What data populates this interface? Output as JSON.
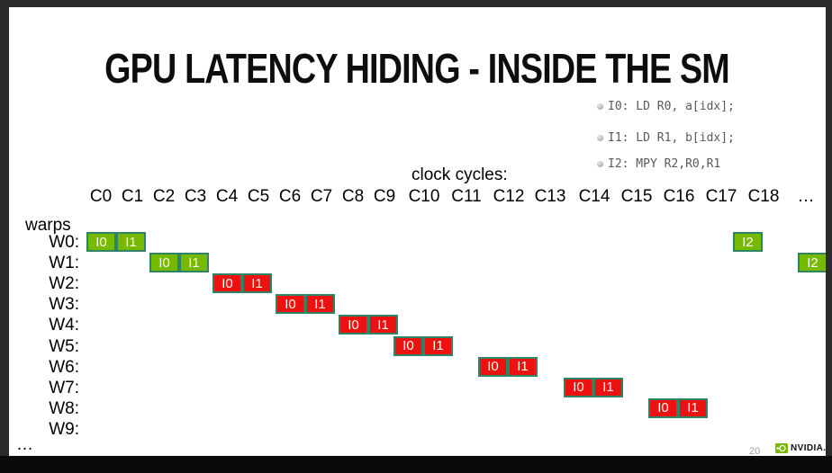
{
  "slide": {
    "title": "GPU LATENCY HIDING - INSIDE THE SM",
    "page_number": "20",
    "brand": "NVIDIA."
  },
  "instructions": [
    {
      "label": "I0: LD R0, a[idx];"
    },
    {
      "label": "I1: LD R1, b[idx];"
    },
    {
      "label": "I2: MPY R2,R0,R1"
    }
  ],
  "chart_data": {
    "type": "table",
    "title": "GPU LATENCY HIDING - INSIDE THE SM",
    "x_axis_label": "clock cycles:",
    "columns": [
      "C0",
      "C1",
      "C2",
      "C3",
      "C4",
      "C5",
      "C6",
      "C7",
      "C8",
      "C9",
      "C10",
      "C11",
      "C12",
      "C13",
      "C14",
      "C15",
      "C16",
      "C17",
      "C18",
      "…"
    ],
    "row_header": "warps",
    "rows": [
      {
        "label": "W0:",
        "blocks": [
          {
            "text": "I0",
            "cycle": 0,
            "color": "green"
          },
          {
            "text": "I1",
            "cycle": 1,
            "color": "green"
          },
          {
            "text": "I2",
            "cycle": 18,
            "color": "green"
          }
        ]
      },
      {
        "label": "W1:",
        "blocks": [
          {
            "text": "I0",
            "cycle": 2,
            "color": "green"
          },
          {
            "text": "I1",
            "cycle": 3,
            "color": "green"
          },
          {
            "text": "I2",
            "cycle": 20,
            "color": "green",
            "clipped": true
          }
        ]
      },
      {
        "label": "W2:",
        "blocks": [
          {
            "text": "I0",
            "cycle": 4,
            "color": "red"
          },
          {
            "text": "I1",
            "cycle": 5,
            "color": "red"
          }
        ]
      },
      {
        "label": "W3:",
        "blocks": [
          {
            "text": "I0",
            "cycle": 6,
            "color": "red"
          },
          {
            "text": "I1",
            "cycle": 7,
            "color": "red"
          }
        ]
      },
      {
        "label": "W4:",
        "blocks": [
          {
            "text": "I0",
            "cycle": 8,
            "color": "red"
          },
          {
            "text": "I1",
            "cycle": 9,
            "color": "red"
          }
        ]
      },
      {
        "label": "W5:",
        "blocks": [
          {
            "text": "I0",
            "cycle": 10,
            "color": "red"
          },
          {
            "text": "I1",
            "cycle": 11,
            "color": "red"
          }
        ]
      },
      {
        "label": "W6:",
        "blocks": [
          {
            "text": "I0",
            "cycle": 12,
            "color": "red"
          },
          {
            "text": "I1",
            "cycle": 13,
            "color": "red"
          }
        ]
      },
      {
        "label": "W7:",
        "blocks": [
          {
            "text": "I0",
            "cycle": 14,
            "color": "red"
          },
          {
            "text": "I1",
            "cycle": 15,
            "color": "red"
          }
        ]
      },
      {
        "label": "W8:",
        "blocks": [
          {
            "text": "I0",
            "cycle": 16,
            "color": "red"
          },
          {
            "text": "I1",
            "cycle": 17,
            "color": "red"
          }
        ]
      },
      {
        "label": "W9:",
        "blocks": []
      }
    ],
    "ellipsis_row_label": "…"
  },
  "colors": {
    "green": "#76b900",
    "red": "#ee1111",
    "block_border": "#2e8566",
    "code_text": "#595959"
  }
}
